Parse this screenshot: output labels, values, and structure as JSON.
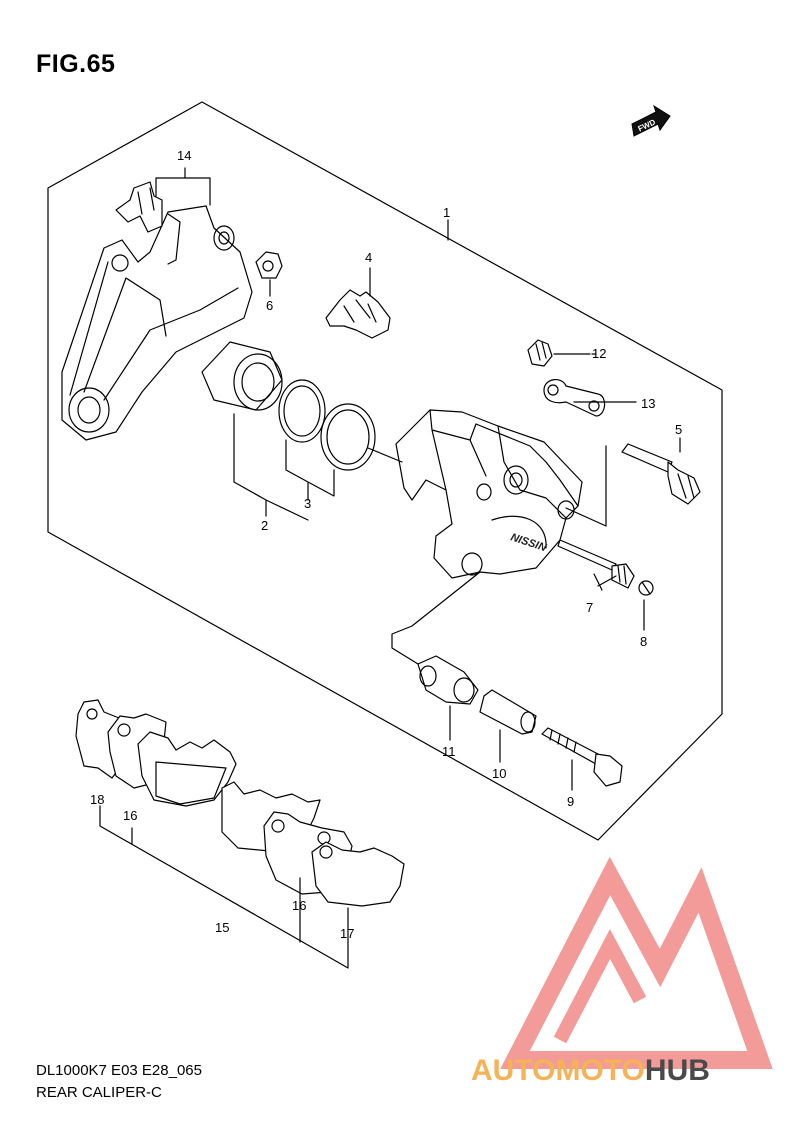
{
  "header": {
    "title": "FIG.65"
  },
  "fwd_label": "FWD",
  "caliper_brand": "NISSIN",
  "callouts": [
    "1",
    "2",
    "3",
    "4",
    "5",
    "6",
    "7",
    "8",
    "9",
    "10",
    "11",
    "12",
    "13",
    "14",
    "15",
    "16",
    "16",
    "17",
    "18"
  ],
  "footer": {
    "code": "DL1000K7 E03 E28_065",
    "name": "REAR CALIPER-C"
  },
  "watermark": {
    "part1": "AUTOMOTO",
    "part2": "HUB"
  },
  "colors": {
    "line": "#000000",
    "watermark_red": "#f08a87",
    "watermark_orange": "#f5b256",
    "watermark_dark": "#4a4a4a"
  }
}
